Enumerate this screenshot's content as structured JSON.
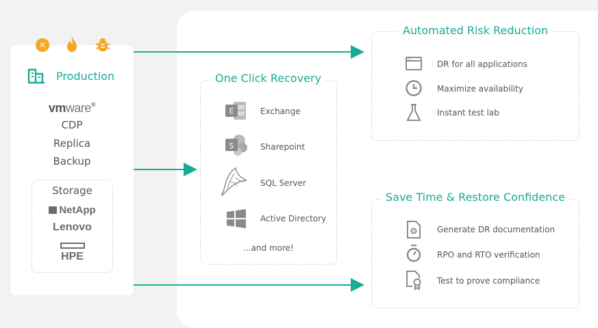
{
  "left": {
    "badges": [
      {
        "icon": "close-icon",
        "glyph": "✕"
      },
      {
        "icon": "flame-icon",
        "glyph": ""
      },
      {
        "icon": "bug-icon",
        "glyph": ""
      }
    ],
    "production_label": "Production",
    "vmware": "vmware",
    "items": [
      "CDP",
      "Replica",
      "Backup"
    ],
    "storage": {
      "title": "Storage",
      "brands": [
        "NetApp",
        "Lenovo",
        "HPE"
      ]
    }
  },
  "recovery": {
    "title": "One Click Recovery",
    "apps": [
      {
        "label": "Exchange",
        "icon": "exchange-icon"
      },
      {
        "label": "Sharepoint",
        "icon": "sharepoint-icon"
      },
      {
        "label": "SQL Server",
        "icon": "sql-server-icon"
      },
      {
        "label": "Active Directory",
        "icon": "windows-icon"
      }
    ],
    "more": "...and more!"
  },
  "risk": {
    "title": "Automated Risk Reduction",
    "items": [
      {
        "label": "DR for all applications",
        "icon": "browser-window-icon"
      },
      {
        "label": "Maximize availability",
        "icon": "clock-icon"
      },
      {
        "label": "Instant test lab",
        "icon": "flask-icon"
      }
    ]
  },
  "confidence": {
    "title": "Save Time & Restore Confidence",
    "items": [
      {
        "label": "Generate DR documentation",
        "icon": "document-gear-icon"
      },
      {
        "label": "RPO and RTO verification",
        "icon": "stopwatch-icon"
      },
      {
        "label": "Test to prove compliance",
        "icon": "certificate-icon"
      }
    ]
  },
  "colors": {
    "accent": "#1aab94",
    "badge": "#f5a623",
    "icon_gray": "#8a8a8a"
  }
}
